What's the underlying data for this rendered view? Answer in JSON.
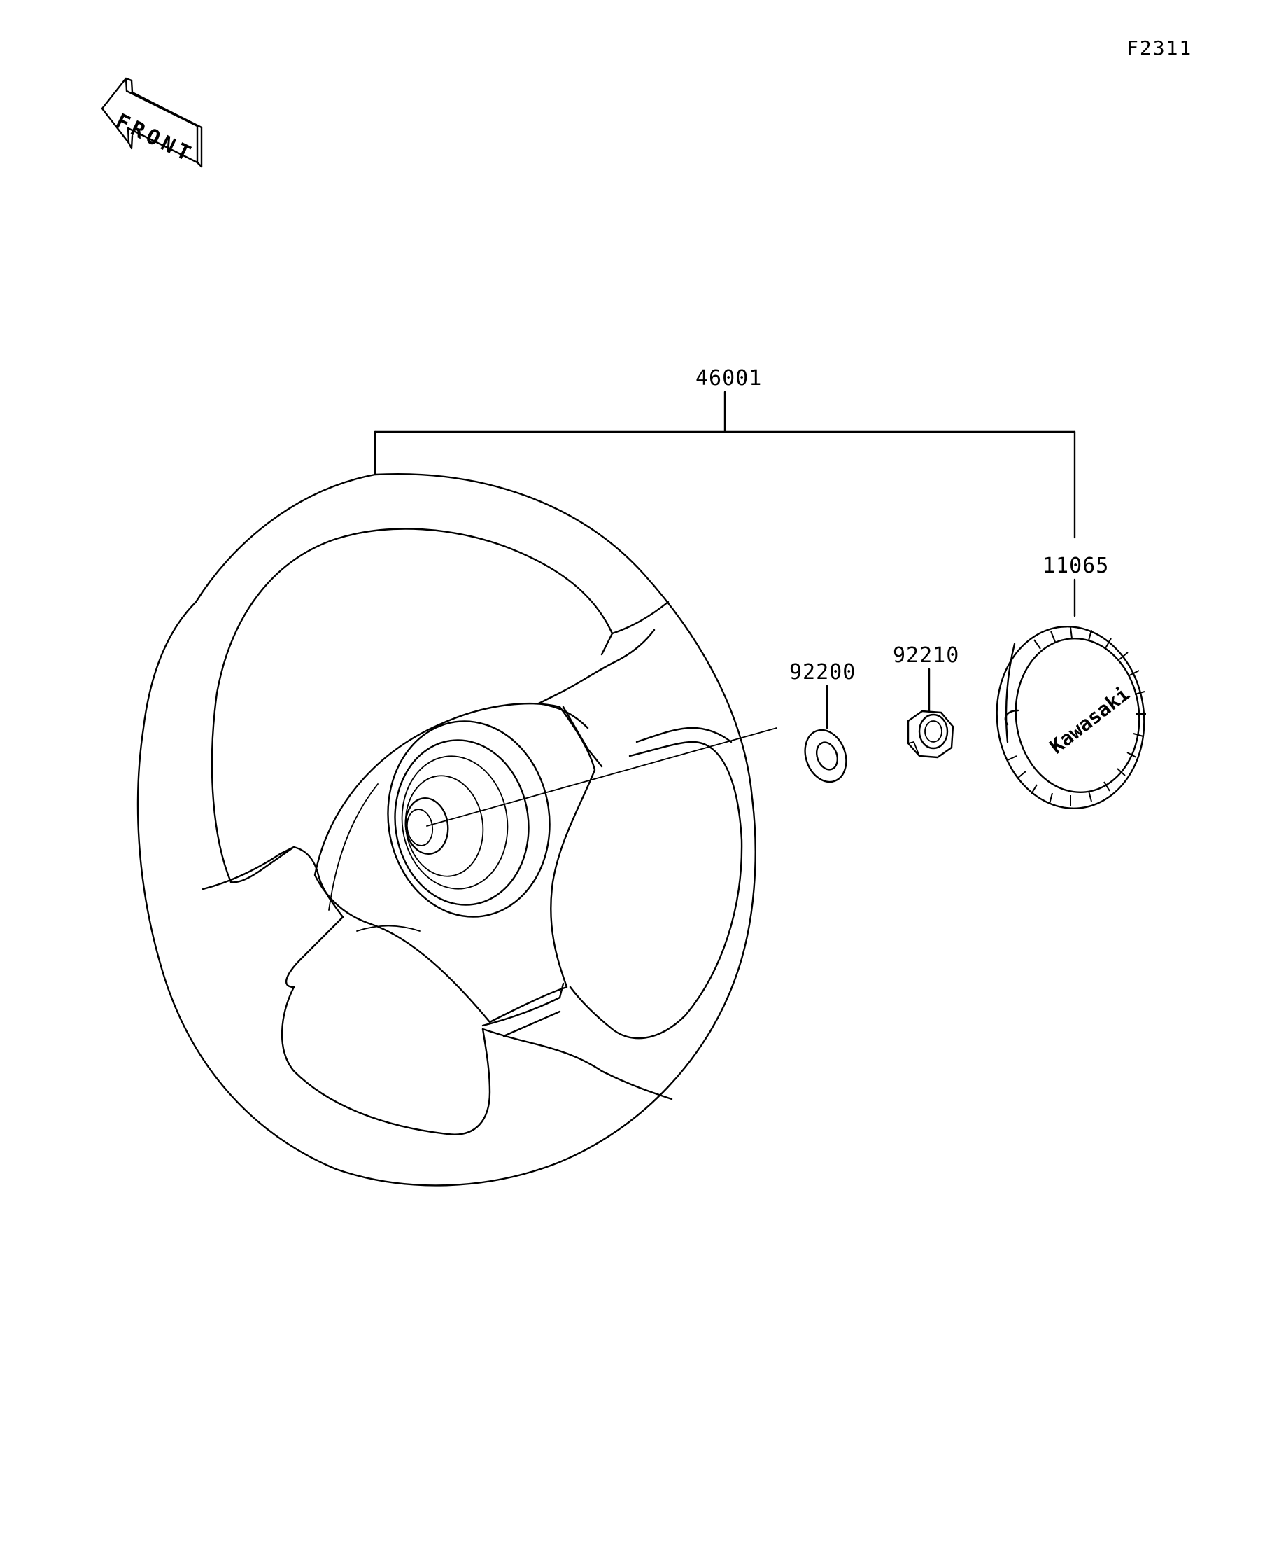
{
  "figure_code": "F2311",
  "front_label": "FRONT",
  "logo_text": "Kawasaki",
  "parts": {
    "steering_wheel_assy": "46001",
    "cap": "11065",
    "washer": "92200",
    "nut": "92210"
  },
  "colors": {
    "line": "#000000",
    "background": "#ffffff"
  }
}
